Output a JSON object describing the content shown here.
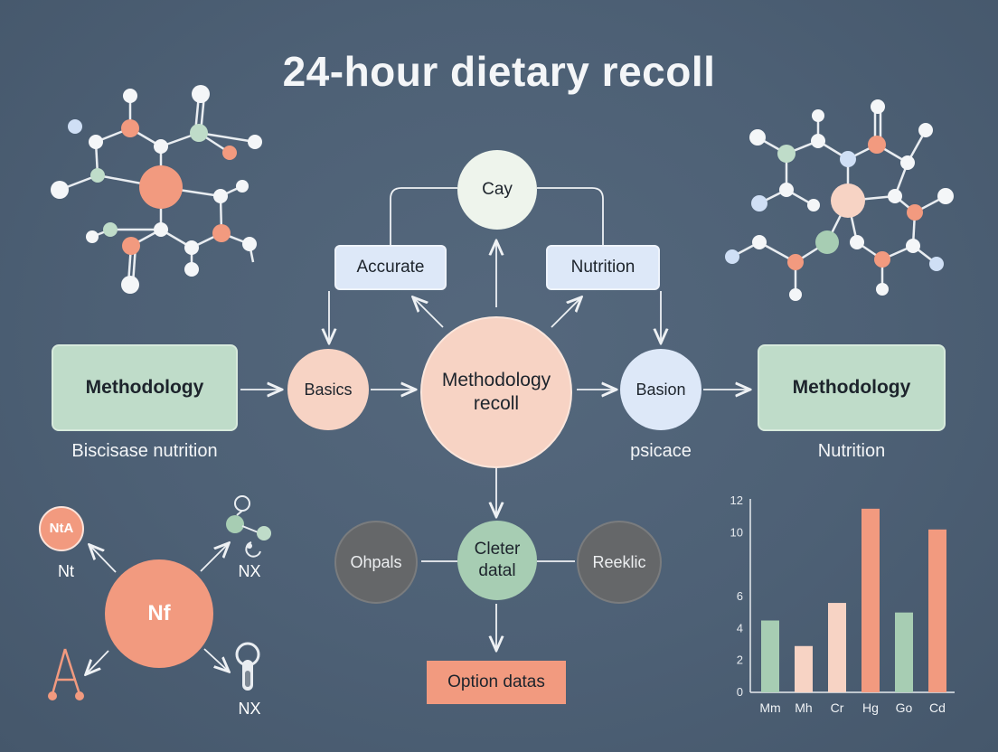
{
  "title": "24-hour dietary recoll",
  "colors": {
    "background": "#4d6075",
    "green": "#bfdcc9",
    "peach": "#f7d3c4",
    "salmon": "#f29a7f",
    "blue": "#dde8f8",
    "gray": "#656769",
    "white": "#f4f6f8"
  },
  "flow": {
    "top_node": "Cay",
    "accurate": "Accurate",
    "nutrition_box": "Nutrition",
    "left_box": "Methodology",
    "left_caption": "Biscisase nutrition",
    "basics": "Basics",
    "center": "Methodology recoll",
    "basion": "Basion",
    "basion_caption": "psicace",
    "right_box": "Methodology",
    "right_caption": "Nutrition",
    "ohpals": "Ohpals",
    "cleter": "Cleter datal",
    "reeklic": "Reeklic",
    "option": "Option datas"
  },
  "hub": {
    "center": "Nf",
    "top_left_node": "NtA",
    "top_left_label": "Nt",
    "top_right_label": "NX",
    "bottom_right_label": "NX",
    "top_right_icon": "molecule-icon",
    "bottom_left_icon": "compass-icon",
    "bottom_right_icon": "test-tube-icon"
  },
  "chart_data": {
    "type": "bar",
    "categories": [
      "Mm",
      "Mh",
      "Cr",
      "Hg",
      "Go",
      "Cd"
    ],
    "values": [
      4.5,
      2.9,
      5.6,
      11.5,
      5.0,
      10.2
    ],
    "colors": [
      "#a7cdb3",
      "#f7d3c4",
      "#f7d3c4",
      "#f29a7f",
      "#a7cdb3",
      "#f29a7f"
    ],
    "yticks": [
      0,
      2,
      4,
      6,
      10,
      12
    ],
    "ylim": [
      0,
      12
    ],
    "title": "",
    "xlabel": "",
    "ylabel": ""
  }
}
